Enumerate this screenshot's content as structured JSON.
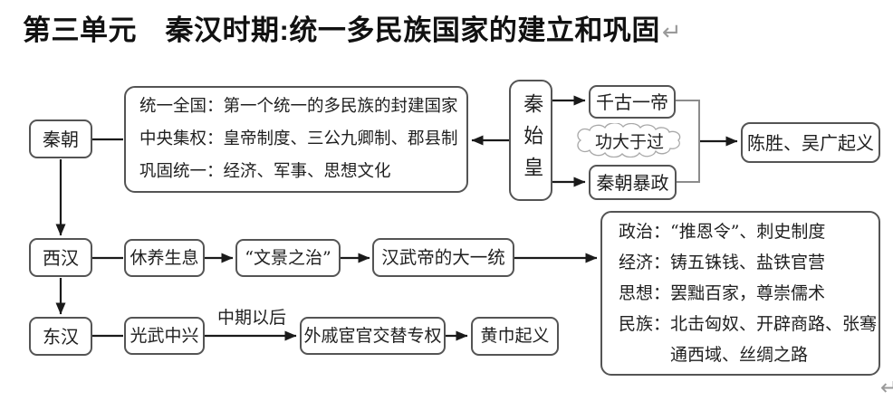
{
  "title": {
    "text": "第三单元　秦汉时期:统一多民族国家的建立和巩固",
    "paragraph_mark": "↵"
  },
  "colors": {
    "background": "#ffffff",
    "box_border": "#545454",
    "text": "#1f1f1f",
    "connector": "#1a1a1a",
    "bracket_line": "#8c8c8c",
    "cloud_border": "#a8a8a8",
    "paragraph_mark": "#9a9a9a"
  },
  "nodes": {
    "qin": "秦朝",
    "qin_summary": {
      "line1": "统一全国：第一个统一的多民族的封建国家",
      "line2": "中央集权：皇帝制度、三公九卿制、郡县制",
      "line3": "巩固统一：经济、军事、思想文化"
    },
    "qin_shi_huang": "秦始皇",
    "qiangu_yidi": "千古一帝",
    "gong_da_yu_guo": "功大于过",
    "qinchao_baozheng": "秦朝暴政",
    "chensheng_wuguang": "陈胜、吴广起义",
    "xihan": "西汉",
    "xiuyang_shengxi": "休养生息",
    "wenjing_zhizhi": "“文景之治”",
    "hanwudi_dayitong": "汉武帝的大一统",
    "han_summary": {
      "line1": "政治：“推恩令”、刺史制度",
      "line2": "经济：铸五铢钱、盐铁官营",
      "line3": "思想：罢黜百家，尊崇儒术",
      "line4": "民族：北击匈奴、开辟商路、张骞",
      "line5": "通西域、丝绸之路"
    },
    "donghan": "东汉",
    "guangwu_zhongxing": "光武中兴",
    "zhongqi_yihou": "中期以后",
    "waiqi_huanguan": "外戚宦官交替专权",
    "huangjin_qiyi": "黄巾起义",
    "bottom_paragraph_mark": "↵"
  }
}
